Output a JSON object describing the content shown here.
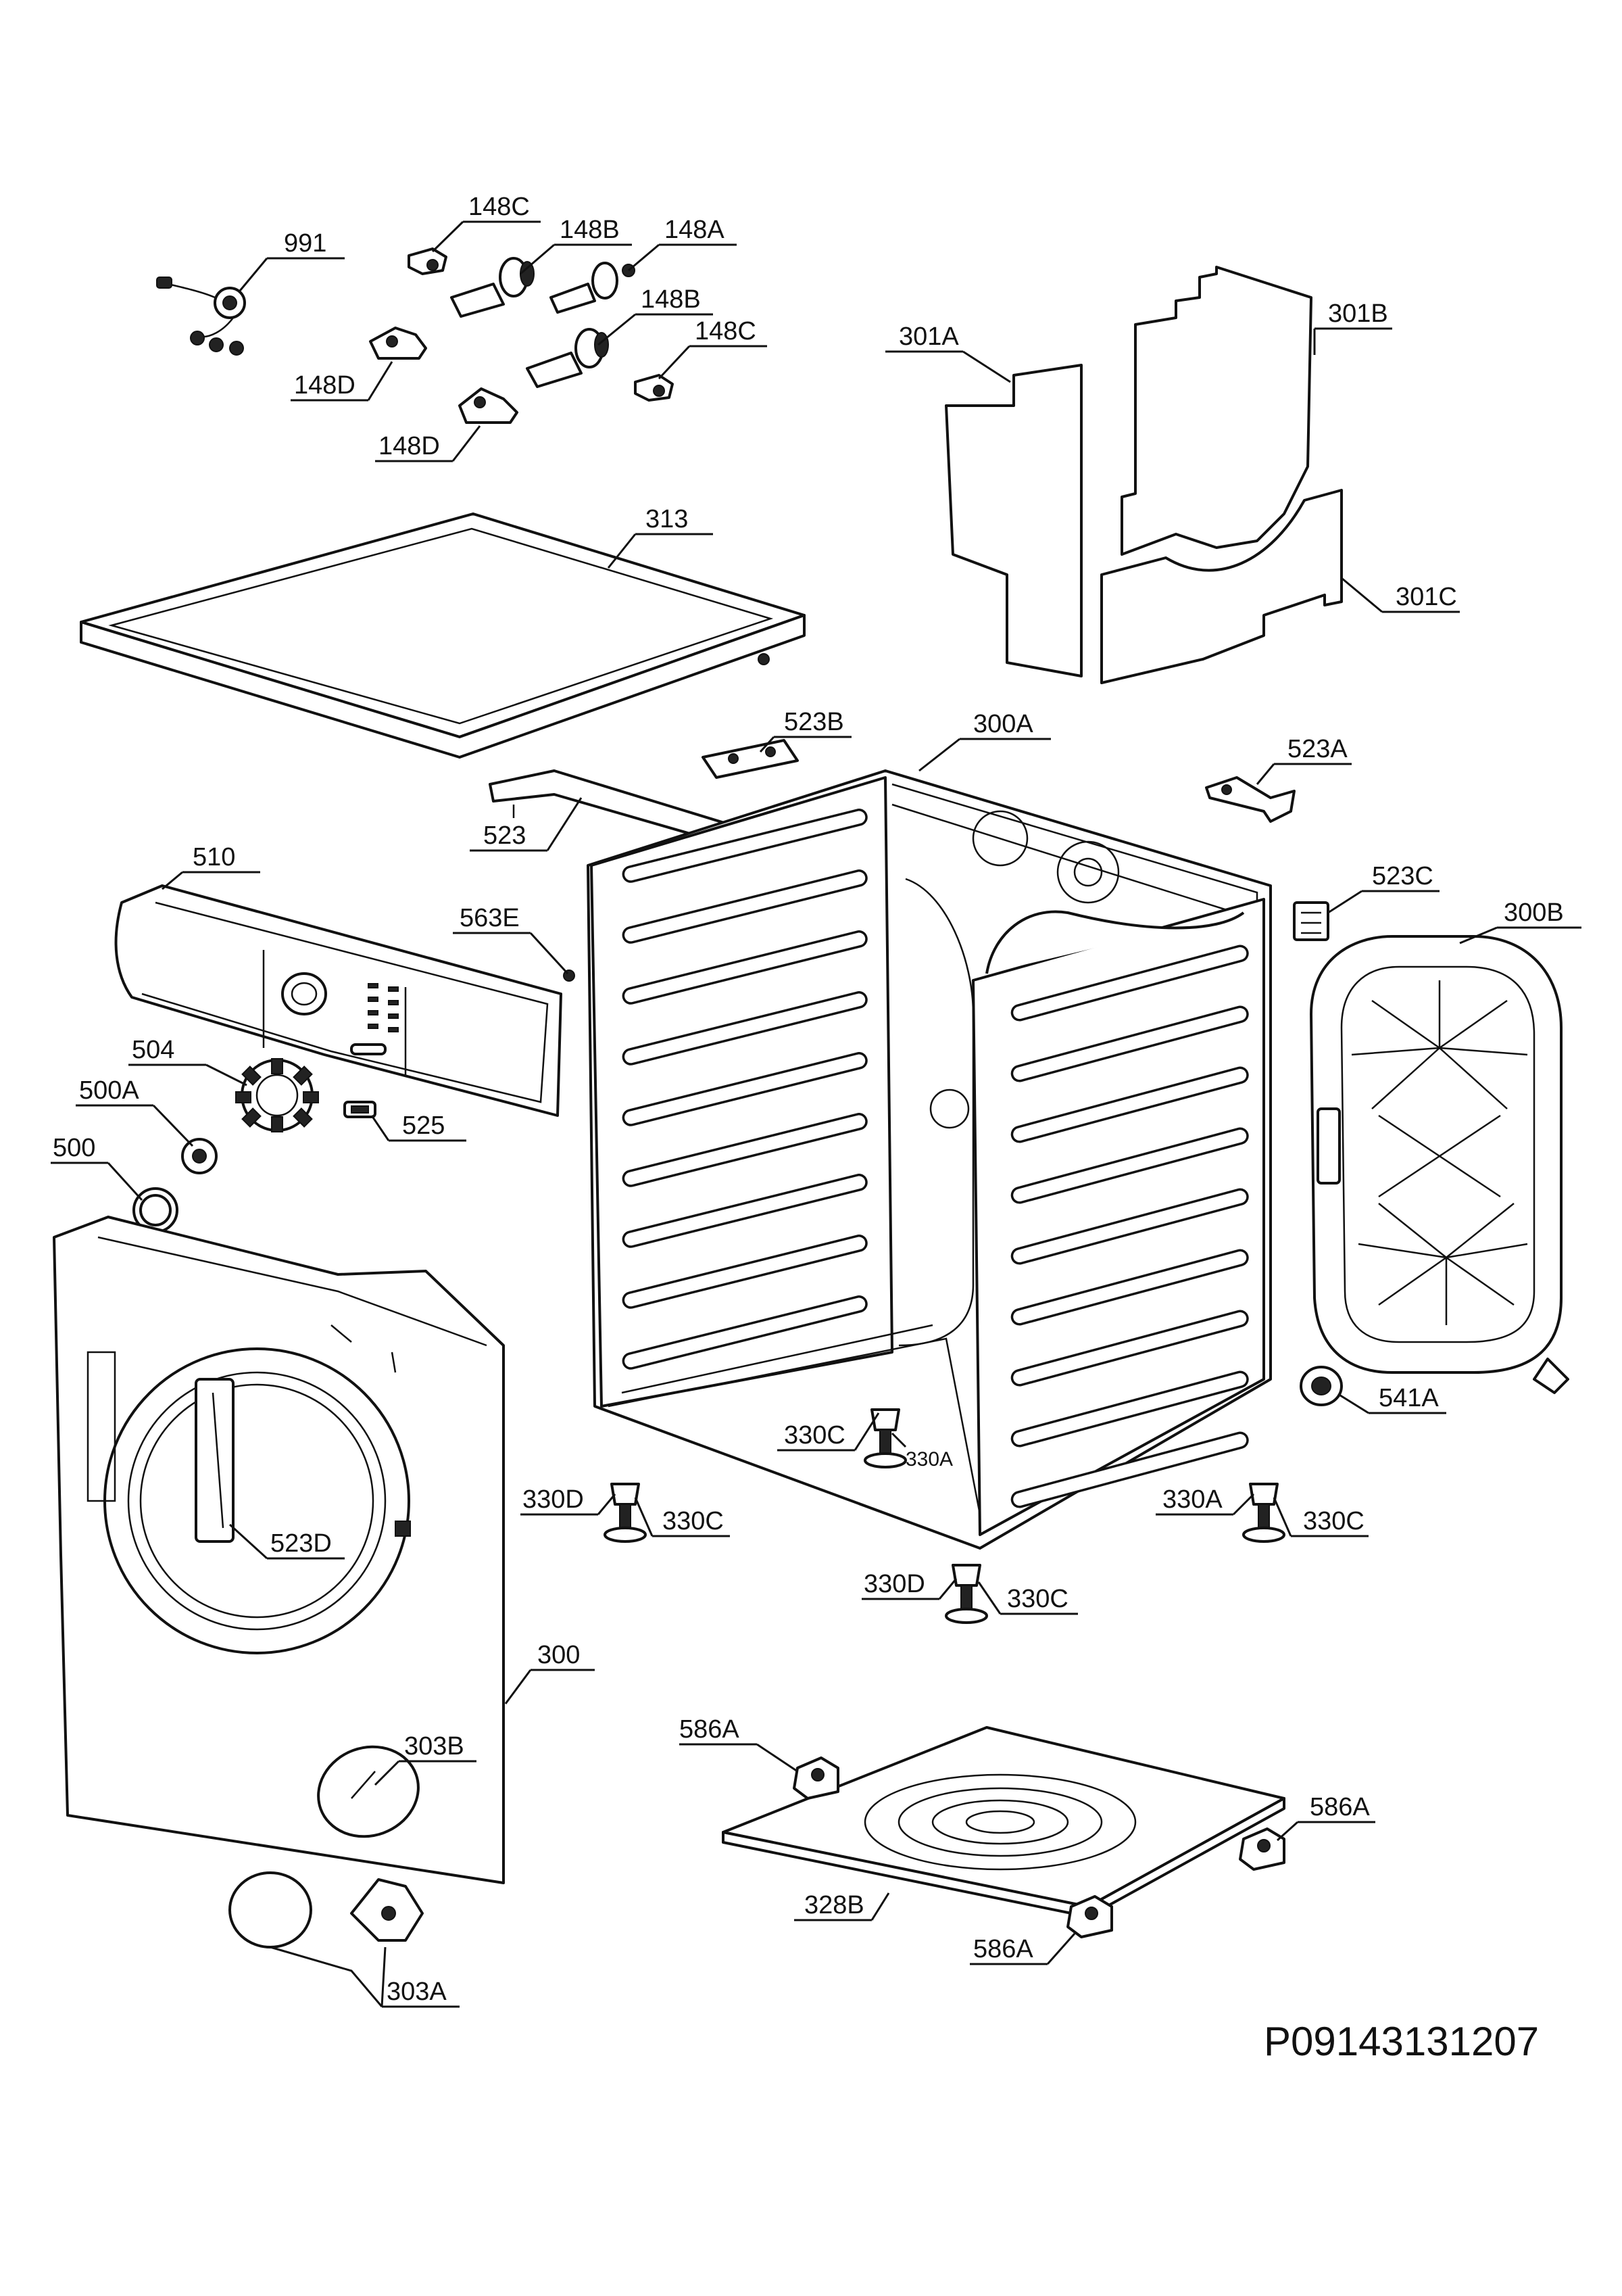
{
  "diagram_code": "P09143131207",
  "callouts": [
    {
      "id": "991",
      "label": "991"
    },
    {
      "id": "148C-a",
      "label": "148C"
    },
    {
      "id": "148B-a",
      "label": "148B"
    },
    {
      "id": "148A",
      "label": "148A"
    },
    {
      "id": "148B-b",
      "label": "148B"
    },
    {
      "id": "148C-b",
      "label": "148C"
    },
    {
      "id": "148D-a",
      "label": "148D"
    },
    {
      "id": "148D-b",
      "label": "148D"
    },
    {
      "id": "301A",
      "label": "301A"
    },
    {
      "id": "301B",
      "label": "301B"
    },
    {
      "id": "301C",
      "label": "301C"
    },
    {
      "id": "313",
      "label": "313"
    },
    {
      "id": "523B",
      "label": "523B"
    },
    {
      "id": "300A",
      "label": "300A"
    },
    {
      "id": "523A",
      "label": "523A"
    },
    {
      "id": "523",
      "label": "523"
    },
    {
      "id": "510",
      "label": "510"
    },
    {
      "id": "563E",
      "label": "563E"
    },
    {
      "id": "523C",
      "label": "523C"
    },
    {
      "id": "300B",
      "label": "300B"
    },
    {
      "id": "504",
      "label": "504"
    },
    {
      "id": "500A",
      "label": "500A"
    },
    {
      "id": "525",
      "label": "525"
    },
    {
      "id": "500",
      "label": "500"
    },
    {
      "id": "541A",
      "label": "541A"
    },
    {
      "id": "330C-a",
      "label": "330C"
    },
    {
      "id": "330A-a",
      "label": "330A"
    },
    {
      "id": "330D-a",
      "label": "330D"
    },
    {
      "id": "330C-b",
      "label": "330C"
    },
    {
      "id": "330A-b",
      "label": "330A"
    },
    {
      "id": "330C-c",
      "label": "330C"
    },
    {
      "id": "523D",
      "label": "523D"
    },
    {
      "id": "330D-b",
      "label": "330D"
    },
    {
      "id": "330C-d",
      "label": "330C"
    },
    {
      "id": "300",
      "label": "300"
    },
    {
      "id": "586A-a",
      "label": "586A"
    },
    {
      "id": "303B",
      "label": "303B"
    },
    {
      "id": "586A-b",
      "label": "586A"
    },
    {
      "id": "328B",
      "label": "328B"
    },
    {
      "id": "586A-c",
      "label": "586A"
    },
    {
      "id": "303A",
      "label": "303A"
    }
  ]
}
